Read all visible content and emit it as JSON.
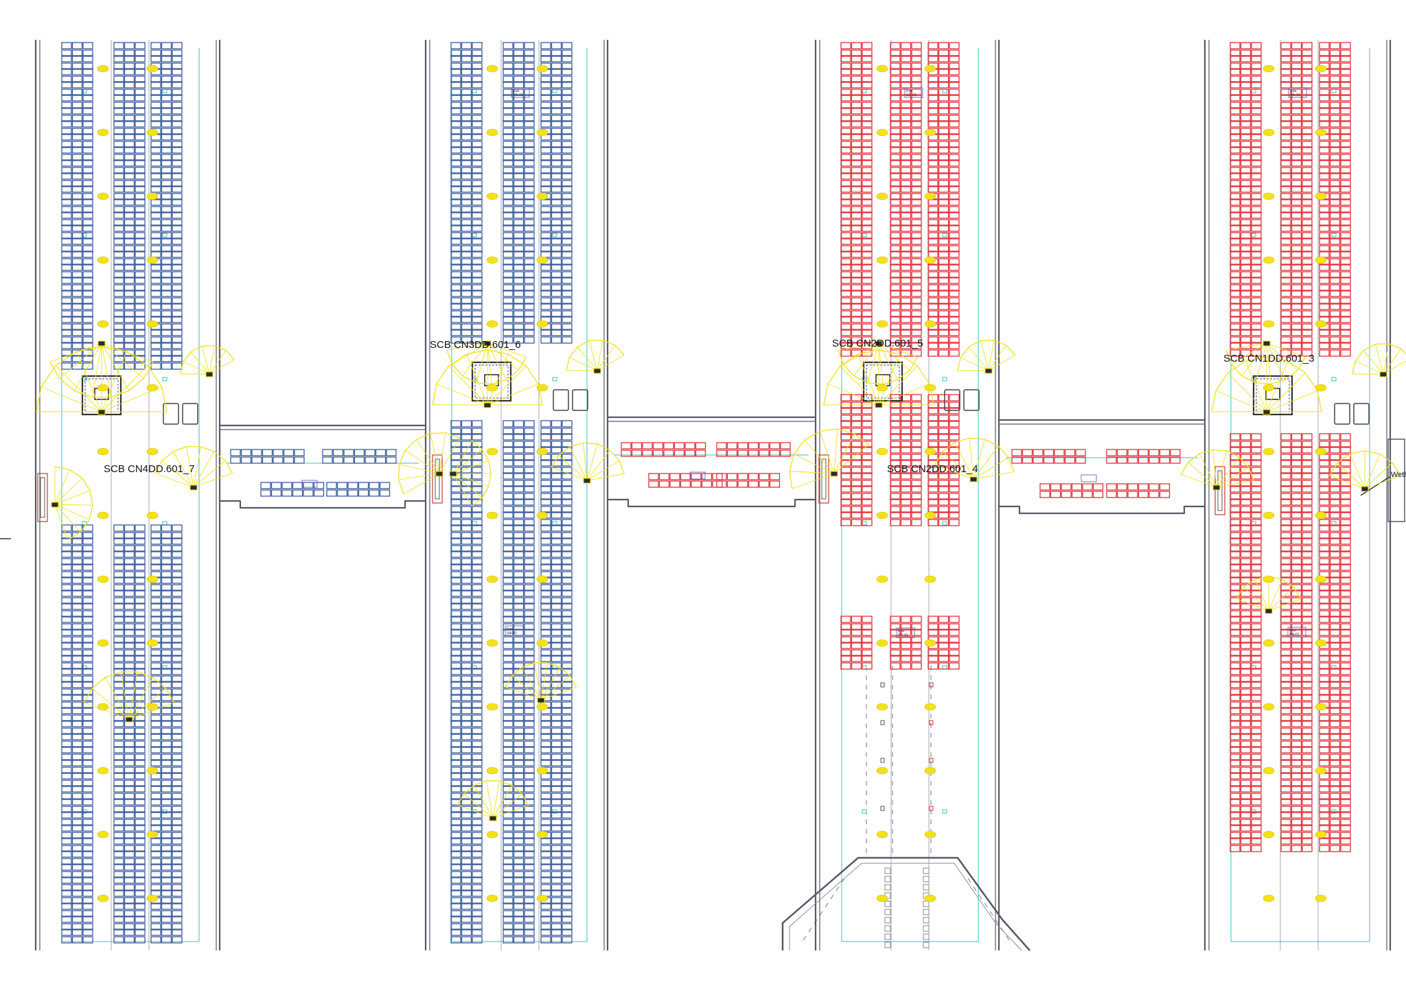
{
  "legend": [],
  "labels": {
    "scb_7": "SCB CN4DD.601_7",
    "scb_6": "SCB CN3DD.601_6",
    "scb_5": "SCB CN2DD.601_5",
    "scb_4": "SCB CN2DD.601_4",
    "scb_3": "SCB CN1DD.601_3",
    "cut_off": "Weth",
    "tag_kas": "Kas",
    "tag_code": "SA-01",
    "tag_wt": "Wt/Ba"
  },
  "colors": {
    "module_blue": "#3a5a9c",
    "module_red": "#e0303a",
    "camera_yellow": "#f2e21b",
    "wall": "#565a66",
    "cable_teal": "#34c3c3",
    "road_grey": "#a5a9b0"
  },
  "icons": [
    "camera-icon",
    "junction-box-icon",
    "inverter-icon",
    "pile-icon"
  ]
}
